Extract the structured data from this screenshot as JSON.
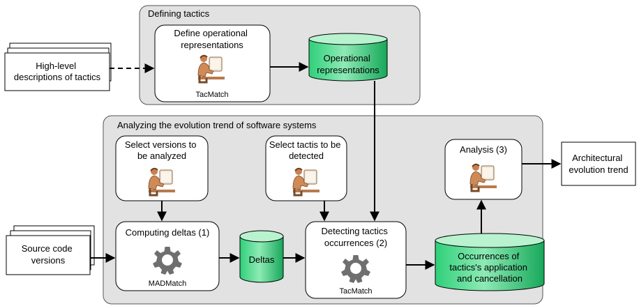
{
  "groups": {
    "defining_tactics": {
      "title": "Defining tactics"
    },
    "analyzing": {
      "title": "Analyzing the evolution trend of software systems"
    }
  },
  "inputs": {
    "high_level": {
      "lines": [
        "High-level",
        "descriptions of tactics"
      ]
    },
    "source_code": {
      "lines": [
        "Source code",
        "versions"
      ]
    }
  },
  "activities": {
    "define_operational": {
      "lines": [
        "Define operational",
        "representations"
      ],
      "tool": "TacMatch"
    },
    "select_versions": {
      "lines": [
        "Select versions to",
        "be analyzed"
      ]
    },
    "select_tactics": {
      "lines": [
        "Select tactis to be",
        "detected"
      ]
    },
    "analysis": {
      "lines": [
        "Analysis (3)"
      ]
    },
    "computing_deltas": {
      "lines": [
        "Computing deltas (1)"
      ],
      "tool": "MADMatch"
    },
    "detecting_tactics": {
      "lines": [
        "Detecting tactics",
        "occurrences (2)"
      ],
      "tool": "TacMatch"
    }
  },
  "datastores": {
    "operational_reps": {
      "lines": [
        "Operational",
        "representations"
      ]
    },
    "deltas": {
      "lines": [
        "Deltas"
      ]
    },
    "occurrences": {
      "lines": [
        "Occurrences of",
        "tactics's application",
        "and cancellation"
      ]
    }
  },
  "outputs": {
    "architectural": {
      "lines": [
        "Architectural",
        "evolution trend"
      ]
    }
  },
  "icons": {
    "person": "person-at-computer-icon",
    "gear": "gear-icon"
  },
  "colors": {
    "group_fill": "#e2e2e2",
    "group_stroke": "#555555",
    "cylinder_body": "#29c96f",
    "cylinder_top": "#b8f2cf",
    "person_skin": "#c9814f",
    "gear_fill": "#6f6f6f"
  }
}
